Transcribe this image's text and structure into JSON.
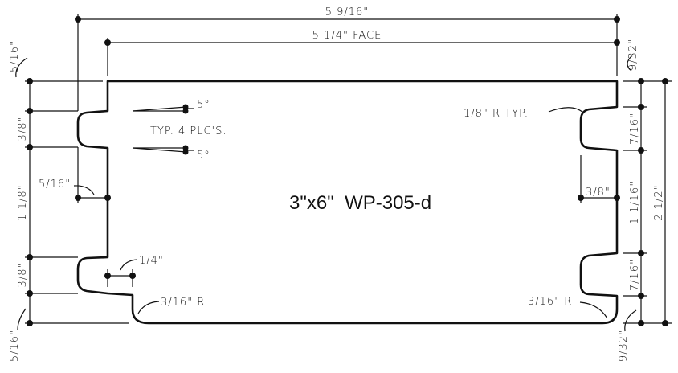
{
  "title": "3\"x6\"  WP-305-d",
  "dimensions": {
    "overall_width": "5 9/16\"",
    "face_width": "5 1/4\" FACE",
    "left_top_offset": "5/16\"",
    "left_groove_top": "3/8\"",
    "left_middle": "1 1/8\"",
    "left_groove_bottom": "3/8\"",
    "left_bottom_offset": "5/16\"",
    "left_groove_depth": "5/16\"",
    "bottom_step": "1/4\"",
    "bottom_left_radius": "3/16\" R",
    "bottom_right_radius": "3/16\" R",
    "right_top_offset": "9/32\"",
    "right_groove_top": "7/16\"",
    "right_middle": "1 1/16\"",
    "right_groove_bottom": "7/16\"",
    "right_bottom_offset": "9/32\"",
    "overall_height": "2 1/2\"",
    "right_groove_depth": "3/8\"",
    "groove_radius": "1/8\" R TYP.",
    "angle_top": "5°",
    "angle_bottom": "5°",
    "angle_note": "TYP. 4 PLC'S."
  }
}
